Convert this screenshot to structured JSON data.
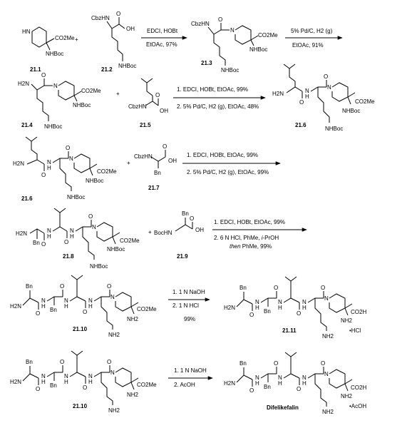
{
  "compounds": {
    "c21_1": "21.1",
    "c21_2": "21.2",
    "c21_3": "21.3",
    "c21_4": "21.4",
    "c21_5": "21.5",
    "c21_6a": "21.6",
    "c21_6b": "21.6",
    "c21_7": "21.7",
    "c21_8": "21.8",
    "c21_9": "21.9",
    "c21_10a": "21.10",
    "c21_10b": "21.10",
    "c21_11": "21.11",
    "final": "Difelikefalin"
  },
  "plus": "+",
  "groups": {
    "hn": "HN",
    "co2me": "CO2Me",
    "nhboc": "NHBoc",
    "cbzhn": "CbzHN",
    "oh": "OH",
    "h2n": "H2N",
    "bn": "Bn",
    "bochn": "BocHN",
    "nh2": "NH2",
    "co2h": "CO2H",
    "hcl_salt": "•HCl",
    "acoh_salt": "•AcOH",
    "n": "N",
    "h": "H",
    "o": "O"
  },
  "conditions": {
    "s1_top": "EDCI, HOBt",
    "s1_bot": "EtOAc, 97%",
    "s2_top": "5% Pd/C, H2 (g)",
    "s2_bot": "EtOAc, 91%",
    "s3_top": "1. EDCI, HOBt, EtOAc, 99%",
    "s3_bot": "2. 5% Pd/C, H2 (g), EtOAc, 48%",
    "s4_top": "1. EDCI, HOBt, EtOAc, 99%",
    "s4_bot": "2. 5% Pd/C, H2 (g), EtOAc, 99%",
    "s5_l1": "1. EDCI, HOBt, EtOAc, 99%",
    "s5_l2a": "2. 6 N HCl, PhMe, ",
    "s5_l2b": "i",
    "s5_l2c": "-PrOH",
    "s5_l3a": "then",
    "s5_l3b": " PhMe, 99%",
    "s6_l1": "1. 1 N NaOH",
    "s6_l2": "2. 1 N HCl",
    "s6_l3": "99%",
    "s7_l1": "1. 1 N NaOH",
    "s7_l2": "2. AcOH"
  }
}
